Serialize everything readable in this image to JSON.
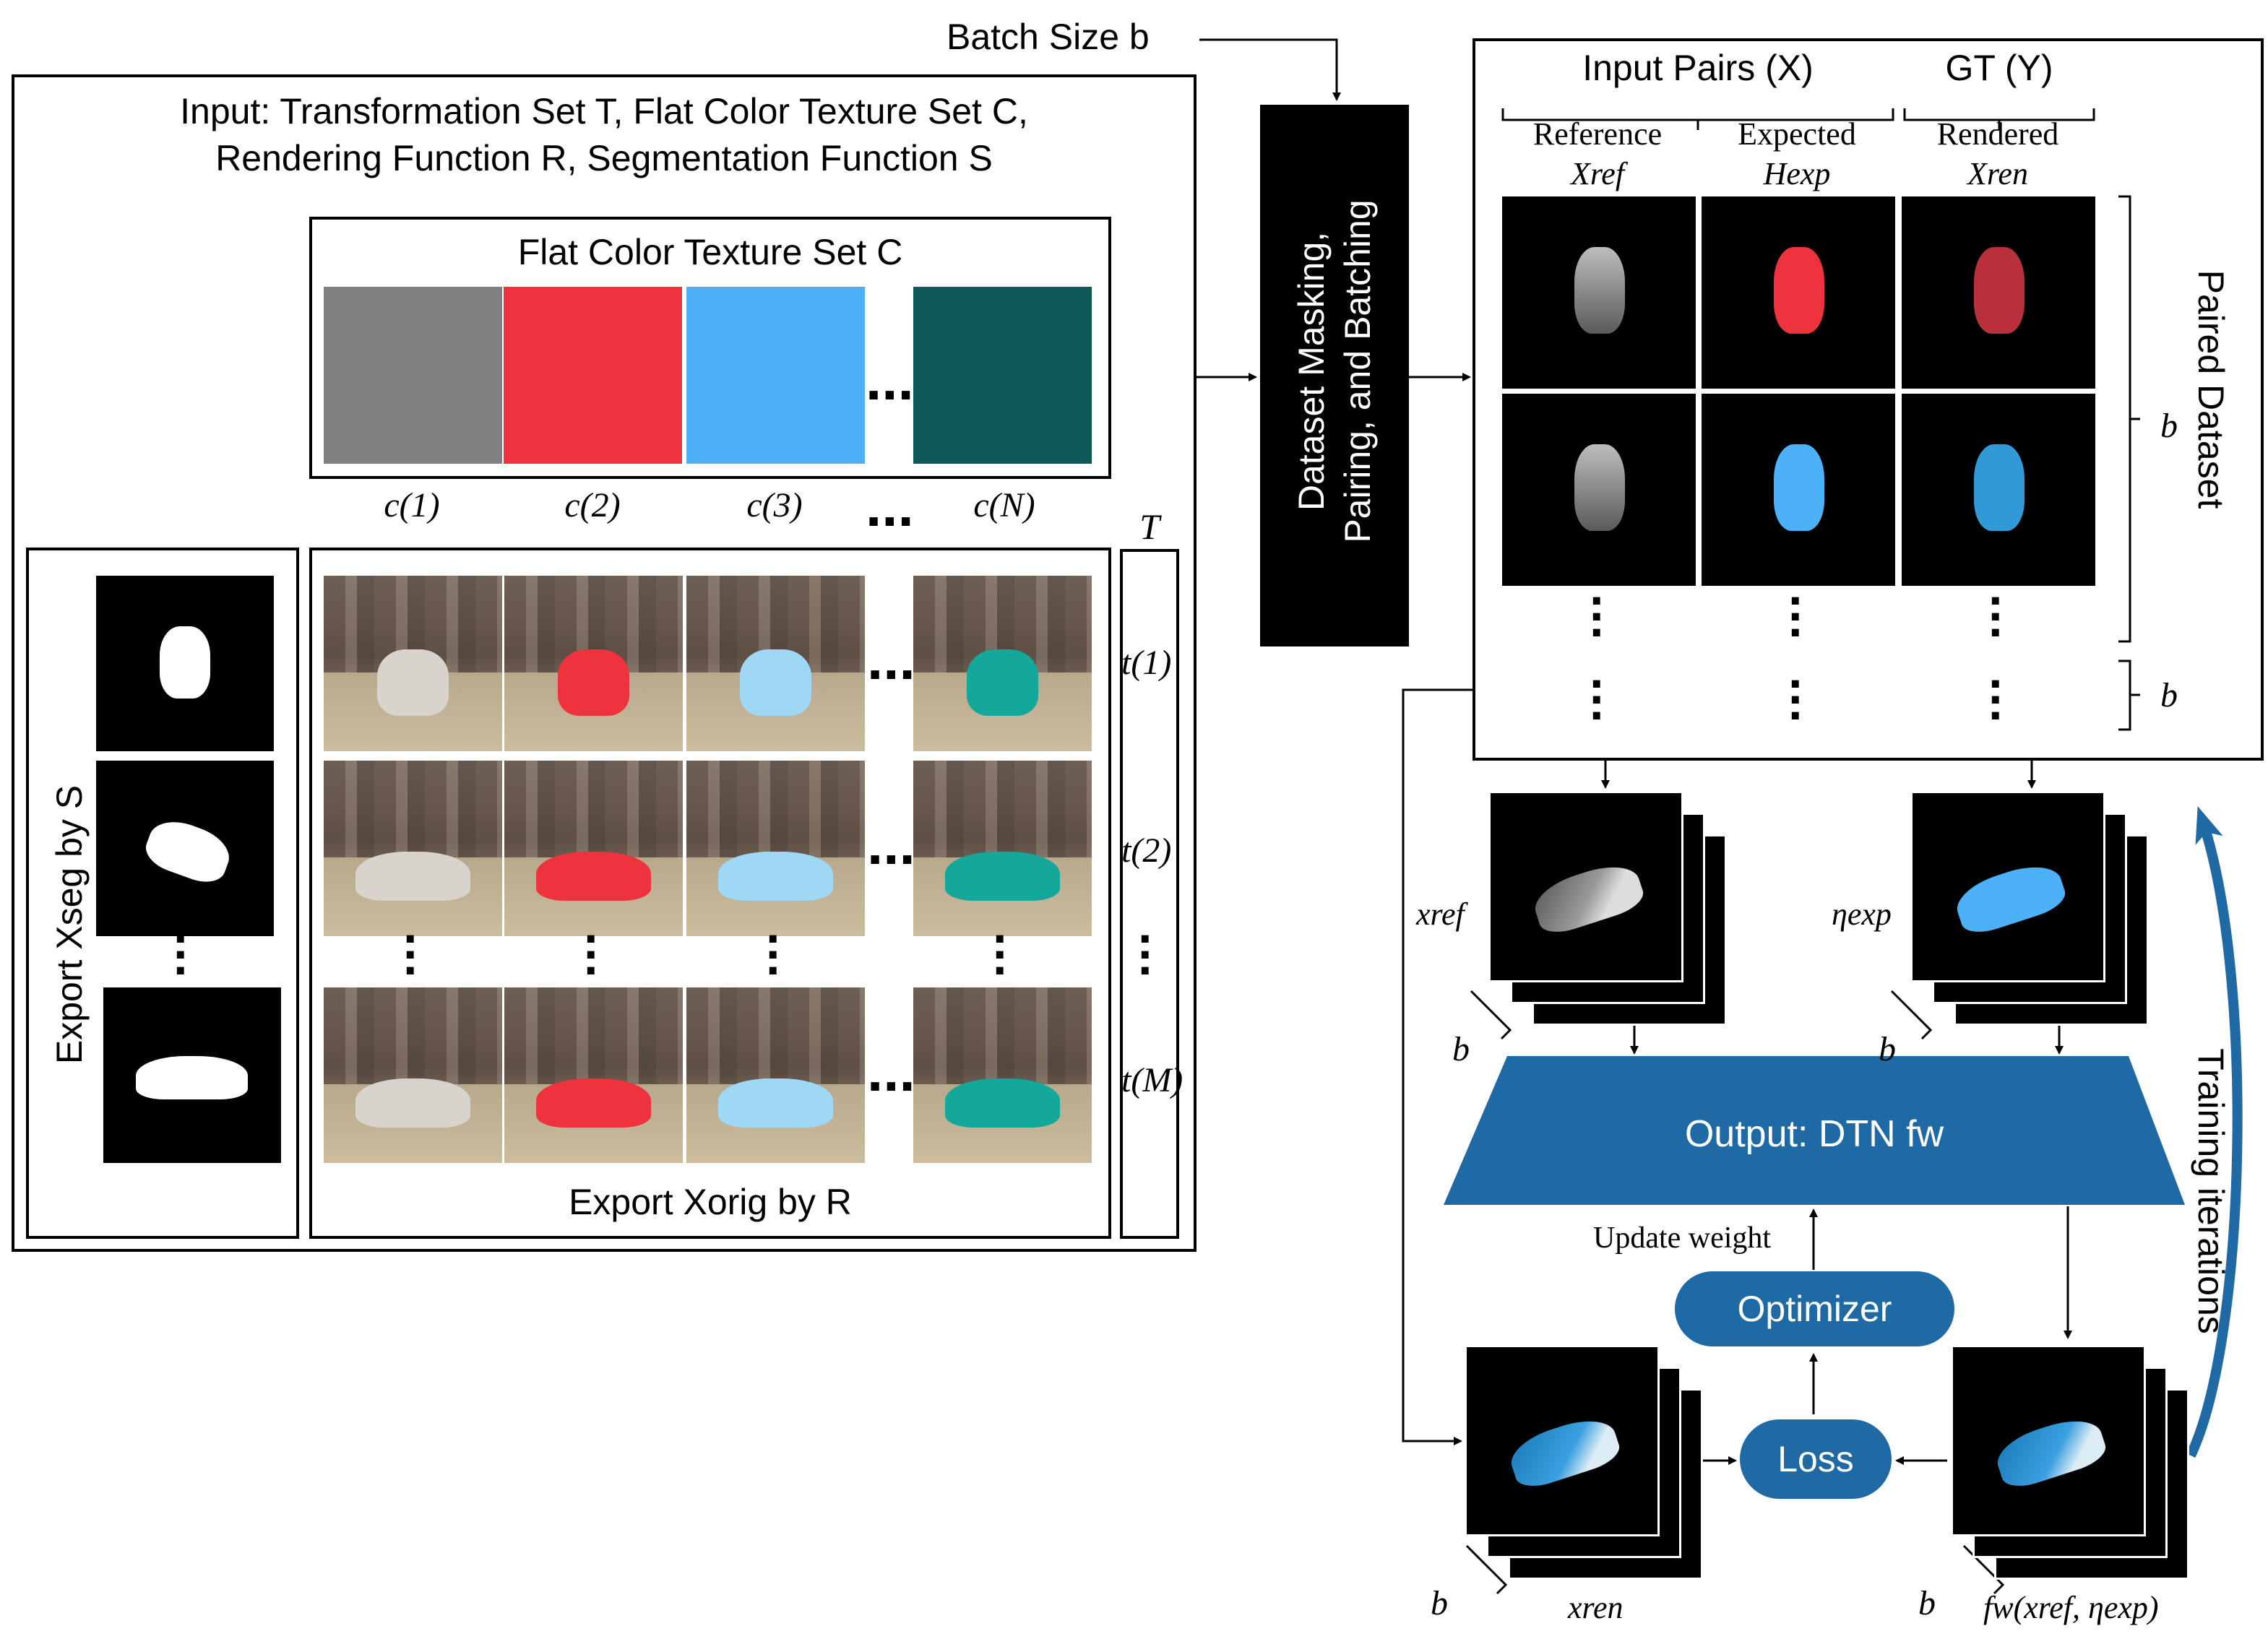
{
  "top": {
    "batch_size": "Batch Size b"
  },
  "input_panel": {
    "line1": "Input: Transformation Set T, Flat Color Texture Set C,",
    "line2": "Rendering Function R, Segmentation Function S"
  },
  "texture_set": {
    "title": "Flat Color Texture Set C",
    "swatches": [
      {
        "label": "c(1)",
        "color": "#808080"
      },
      {
        "label": "c(2)",
        "color": "#ee323e"
      },
      {
        "label": "c(3)",
        "color": "#4db1f8"
      },
      {
        "label": "c(N)",
        "color": "#0f5a58"
      }
    ],
    "ellipsis": "...",
    "label_ellipsis": "..."
  },
  "transform": {
    "title": "T",
    "labels": [
      "t(1)",
      "t(2)",
      "t(M)"
    ],
    "ellipsis": "⋮"
  },
  "export_seg": {
    "label": "Export Xseg by S"
  },
  "export_orig": {
    "label": "Export Xorig by R"
  },
  "process": {
    "line1": "Dataset Masking,",
    "line2": "Pairing, and Batching"
  },
  "paired": {
    "input_pairs": "Input Pairs (X)",
    "gt": "GT (Y)",
    "col_ref": "Reference",
    "col_ref_sym": "Xref",
    "col_exp": "Expected",
    "col_exp_sym": "Hexp",
    "col_ren": "Rendered",
    "col_ren_sym": "Xren",
    "side_label": "Paired Dataset",
    "b1": "b",
    "b2": "b",
    "row_car_colors": [
      "#9a9a9a",
      "#4db1f8"
    ],
    "row_mask_colors": [
      "#ee323e",
      "#4db1f8"
    ],
    "row_ren_colors": [
      "#b8303b",
      "#2f9ad6"
    ]
  },
  "training": {
    "x_ref": "xref",
    "eta_exp": "ηexp",
    "b_left": "b",
    "b_right": "b",
    "dtn": "Output: DTN fw",
    "update_weight": "Update weight",
    "optimizer": "Optimizer",
    "loss": "Loss",
    "x_ren": "xren",
    "f_out": "fw(xref, ηexp)",
    "b_bottom_left": "b",
    "b_bottom_right": "b",
    "iterations": "Training iterations",
    "accent": "#1f6aa5"
  }
}
